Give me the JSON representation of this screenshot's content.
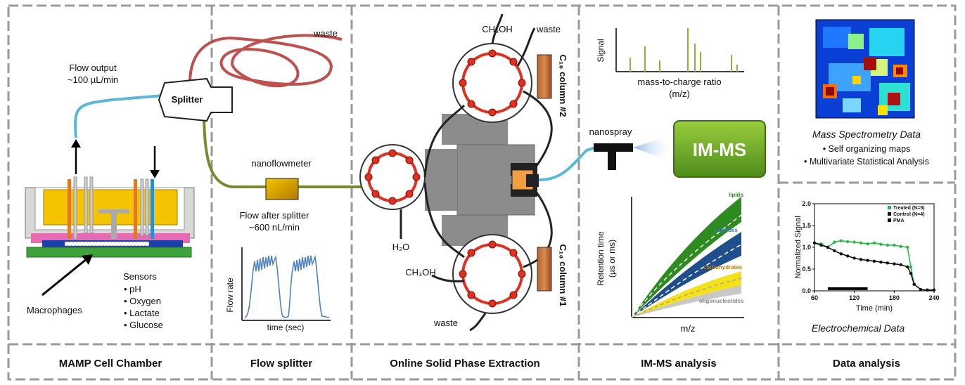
{
  "sections": [
    {
      "title": "MAMP Cell Chamber"
    },
    {
      "title": "Flow splitter"
    },
    {
      "title": "Online Solid Phase Extraction"
    },
    {
      "title": "IM-MS analysis"
    },
    {
      "title": "Data analysis"
    }
  ],
  "cell_chamber": {
    "flow_output_line1": "Flow output",
    "flow_output_line2": "~100 µL/min",
    "macrophages": "Macrophages",
    "sensors_title": "Sensors",
    "sensors": [
      "• pH",
      "• Oxygen",
      "• Lactate",
      "• Glucose"
    ]
  },
  "splitter": {
    "label": "Splitter",
    "waste": "waste",
    "nanoflowmeter": "nanoflowmeter",
    "flow_after_line1": "Flow after splitter",
    "flow_after_line2": "~600 nL/min",
    "plot_ylabel": "Flow rate",
    "plot_xlabel": "time (sec)"
  },
  "spe": {
    "ch3oh_top": "CH₃OH",
    "waste_top": "waste",
    "column2": "C₁₈ column #2",
    "column1": "C₁₈ column #1",
    "h2o": "H₂O",
    "ch3oh_bottom": "CH₃OH",
    "waste_bottom": "waste"
  },
  "imms": {
    "spectrum_ylabel": "Signal",
    "spectrum_xlabel_line1": "mass-to-charge ratio",
    "spectrum_xlabel_line2": "(m/z)",
    "nanospray": "nanospray",
    "instrument": "IM-MS",
    "rt_ylabel_line1": "Retention time",
    "rt_ylabel_line2": "(µs or ms)",
    "rt_xlabel": "m/z",
    "classes": [
      {
        "name": "lipids",
        "color": "#2e8b1f"
      },
      {
        "name": "peptides",
        "color": "#3b73c9"
      },
      {
        "name": "carbohydrates",
        "color": "#c77a00"
      },
      {
        "name": "oligonucleotides",
        "color": "#888888"
      }
    ]
  },
  "data_analysis": {
    "ms_title": "Mass Spectrometry Data",
    "ms_bullets": [
      "• Self organizing maps",
      "• Multivariate  Statistical Analysis"
    ],
    "ec_title": "Electrochemical Data"
  },
  "chart_data": {
    "type": "line",
    "xlabel": "Time (min)",
    "ylabel": "Normalized Signal",
    "xlim": [
      60,
      240
    ],
    "ylim": [
      0,
      2.0
    ],
    "xticks": [
      "60",
      "120",
      "180",
      "240"
    ],
    "yticks": [
      "0.0",
      "0.5",
      "1.0",
      "1.5",
      "2.0"
    ],
    "legend_position": "top-right",
    "series": [
      {
        "name": "Treated (N=5)",
        "color": "#2db84a",
        "x": [
          60,
          70,
          80,
          90,
          100,
          110,
          120,
          130,
          140,
          150,
          160,
          170,
          180,
          190,
          200,
          205,
          210,
          220,
          230,
          240
        ],
        "y": [
          1.1,
          1.08,
          1.0,
          1.12,
          1.15,
          1.13,
          1.12,
          1.1,
          1.08,
          1.1,
          1.07,
          1.05,
          1.05,
          1.02,
          1.0,
          0.55,
          0.15,
          0.03,
          0.02,
          0.02
        ]
      },
      {
        "name": "Control (N=4)",
        "color": "#111111",
        "x": [
          60,
          70,
          80,
          90,
          100,
          110,
          120,
          130,
          140,
          150,
          160,
          170,
          180,
          190,
          200,
          205,
          210,
          220,
          230,
          240
        ],
        "y": [
          1.1,
          1.05,
          1.0,
          0.92,
          0.85,
          0.8,
          0.75,
          0.72,
          0.7,
          0.68,
          0.66,
          0.64,
          0.62,
          0.6,
          0.55,
          0.4,
          0.15,
          0.03,
          0.02,
          0.02
        ]
      },
      {
        "name": "PMA",
        "color": "#000000",
        "x": [
          80,
          140
        ],
        "y": [
          0.05,
          0.05
        ]
      }
    ]
  }
}
